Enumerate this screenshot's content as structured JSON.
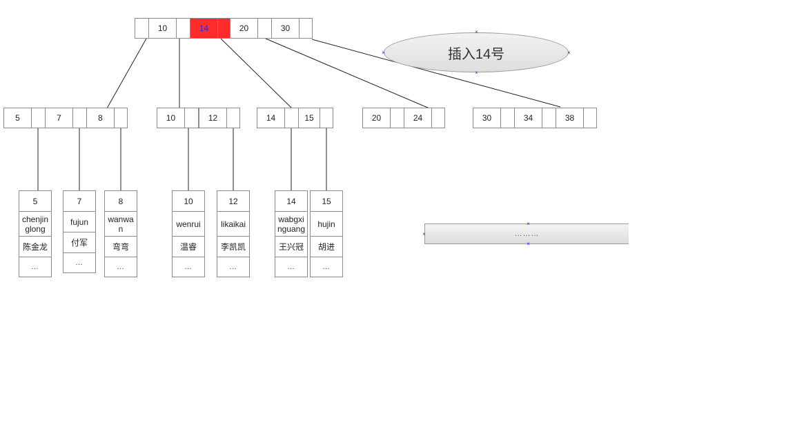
{
  "root": {
    "keys": [
      "10",
      "14",
      "20",
      "30"
    ],
    "highlighted_key": "14"
  },
  "note": {
    "text": "插入14号"
  },
  "internal_nodes": [
    [
      "5",
      "7",
      "8"
    ],
    [
      "10",
      "12"
    ],
    [
      "14",
      "15"
    ],
    [
      "20",
      "24"
    ],
    [
      "30",
      "34",
      "38"
    ]
  ],
  "leaves": [
    {
      "id": "5",
      "pinyin": "chenjinglong",
      "name": "陈金龙",
      "more": "…"
    },
    {
      "id": "7",
      "pinyin": "fujun",
      "name": "付军",
      "more": "…"
    },
    {
      "id": "8",
      "pinyin": "wanwan",
      "name": "弯弯",
      "more": "…"
    },
    {
      "id": "10",
      "pinyin": "wenrui",
      "name": "温睿",
      "more": "…"
    },
    {
      "id": "12",
      "pinyin": "likaikai",
      "name": "李凯凯",
      "more": "…"
    },
    {
      "id": "14",
      "pinyin": "wabgxinguang",
      "name": "王兴冠",
      "more": "…"
    },
    {
      "id": "15",
      "pinyin": "hujin",
      "name": "胡进",
      "more": "…"
    }
  ],
  "placeholder": {
    "text": "………"
  },
  "colors": {
    "highlight": "#ff2b2b",
    "highlight_text": "#2b2bd6",
    "border": "#8c8c8c",
    "handle": "#2222cc"
  }
}
